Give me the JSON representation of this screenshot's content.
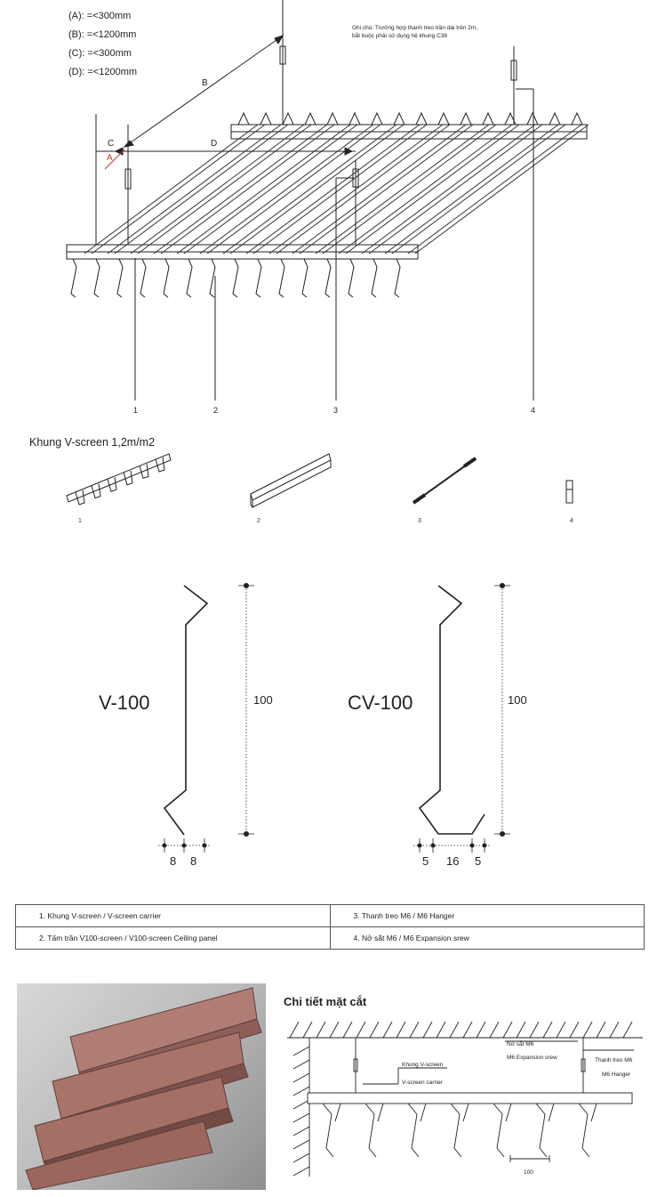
{
  "specs": [
    {
      "label": "(A): =<300mm"
    },
    {
      "label": "(B): =<1200mm"
    },
    {
      "label": "(C): =<300mm"
    },
    {
      "label": "(D): =<1200mm"
    }
  ],
  "note": "Ghi chú: Trường hợp thanh treo trần dài trên 2m, bắt buộc phải sử dụng hệ khung C38",
  "dim_letters": {
    "a": "A",
    "b": "B",
    "c": "C",
    "d": "D"
  },
  "callouts": [
    "1",
    "2",
    "3",
    "4"
  ],
  "parts": {
    "title": "Khung V-screen 1,2m/m2",
    "labels": [
      "1",
      "2",
      "3",
      "4"
    ]
  },
  "profiles": [
    {
      "name": "V-100",
      "height": "100",
      "dims": [
        "8",
        "8"
      ]
    },
    {
      "name": "CV-100",
      "height": "100",
      "dims": [
        "5",
        "16",
        "5"
      ]
    }
  ],
  "legend": {
    "row1": {
      "left": "1. Khung V-screen  / V-screen carrier",
      "right": "3. Thanh treo M6  / M6 Hanger"
    },
    "row2": {
      "left": "2. Tấm trần V100-screen  / V100-screen Ceiling panel",
      "right": "4. Nở sắt M6  / M6 Expansion srew"
    }
  },
  "section": {
    "title": "Chi tiết mặt cắt",
    "expansion_vi": "Nở sắt M6",
    "expansion_en": "M6 Expansion srew",
    "hanger_vi": "Thanh treo M6",
    "hanger_en": "M6 Hanger",
    "carrier_vi": "Khung V-screen",
    "carrier_en": "V-screen carrier",
    "spacing": "100"
  },
  "colors": {
    "line": "#222222",
    "panel": "#a0706a",
    "panel_dark": "#6e4b47",
    "accent_red": "#c0392b"
  }
}
